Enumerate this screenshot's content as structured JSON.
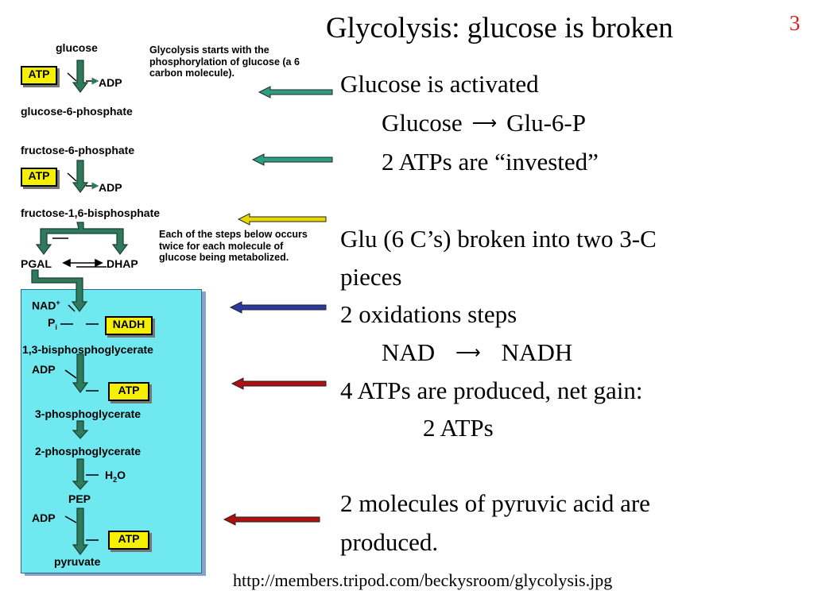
{
  "slide": {
    "title": "Glycolysis: glucose is broken",
    "number": "3",
    "source_url": "http://members.tripod.com/beckysroom/glycolysis.jpg"
  },
  "bullets": {
    "activated": "Glucose is activated",
    "glu_from": "Glucose",
    "glu_to": "Glu-6-P",
    "invested": "2 ATPs are “invested”",
    "broken_1": "Glu (6 C’s) broken into two 3-C",
    "broken_2": "pieces",
    "oxidations": "2 oxidations steps",
    "nad_from": "NAD",
    "nad_to": "NADH",
    "atps_produced": "4 ATPs are produced, net gain:",
    "net_gain": "2 ATPs",
    "pyruvic_1": "2 molecules of pyruvic acid are",
    "pyruvic_2": "produced."
  },
  "diagram": {
    "glucose": "glucose",
    "atp": "ATP",
    "adp": "ADP",
    "g6p": "glucose-6-phosphate",
    "f6p": "fructose-6-phosphate",
    "f16bp": "fructose-1,6-bisphosphate",
    "pgal": "PGAL",
    "dhap": "DHAP",
    "nad": "NAD",
    "nad_sup": "+",
    "pi": "P",
    "pi_sub": "i",
    "nadh": "NADH",
    "bpg13": "1,3-bisphosphoglycerate",
    "pg3": "3-phosphoglycerate",
    "pg2": "2-phosphoglycerate",
    "h2o_h": "H",
    "h2o_sub": "2",
    "h2o_o": "O",
    "pep": "PEP",
    "pyruvate": "pyruvate",
    "note_start": "Glycolysis starts with the phosphorylation of glucose (a 6 carbon molecule).",
    "note_twice": "Each of the steps below occurs twice for each molecule of glucose being metabolized."
  },
  "colors": {
    "teal_arrow": "#2e9e80",
    "yellow_arrow": "#e8d800",
    "blue_arrow": "#2a3aa0",
    "red_arrow": "#b01010",
    "panel": "#6fe8f0",
    "flow_arrow": "#2f7a5c",
    "slide_number": "#d62020"
  }
}
